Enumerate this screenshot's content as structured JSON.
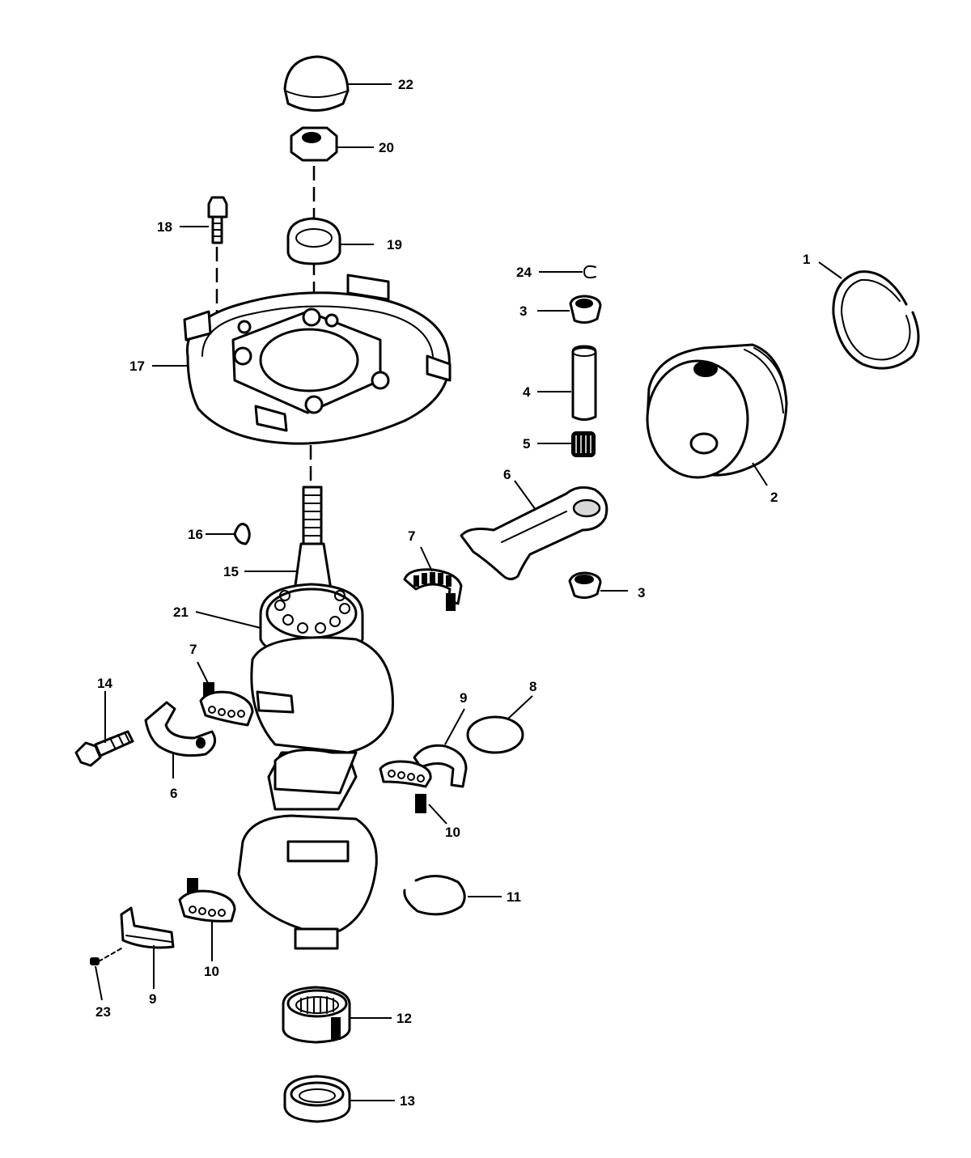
{
  "callouts": [
    {
      "id": "c1",
      "text": "1"
    },
    {
      "id": "c2",
      "text": "2"
    },
    {
      "id": "c3a",
      "text": "3"
    },
    {
      "id": "c3b",
      "text": "3"
    },
    {
      "id": "c4",
      "text": "4"
    },
    {
      "id": "c5",
      "text": "5"
    },
    {
      "id": "c6a",
      "text": "6"
    },
    {
      "id": "c6b",
      "text": "6"
    },
    {
      "id": "c7a",
      "text": "7"
    },
    {
      "id": "c7b",
      "text": "7"
    },
    {
      "id": "c8",
      "text": "8"
    },
    {
      "id": "c9a",
      "text": "9"
    },
    {
      "id": "c9b",
      "text": "9"
    },
    {
      "id": "c10a",
      "text": "10"
    },
    {
      "id": "c10b",
      "text": "10"
    },
    {
      "id": "c11",
      "text": "11"
    },
    {
      "id": "c12",
      "text": "12"
    },
    {
      "id": "c13",
      "text": "13"
    },
    {
      "id": "c14",
      "text": "14"
    },
    {
      "id": "c15",
      "text": "15"
    },
    {
      "id": "c16",
      "text": "16"
    },
    {
      "id": "c17",
      "text": "17"
    },
    {
      "id": "c18",
      "text": "18"
    },
    {
      "id": "c19",
      "text": "19"
    },
    {
      "id": "c20",
      "text": "20"
    },
    {
      "id": "c21",
      "text": "21"
    },
    {
      "id": "c22",
      "text": "22"
    },
    {
      "id": "c23",
      "text": "23"
    },
    {
      "id": "c24",
      "text": "24"
    }
  ]
}
